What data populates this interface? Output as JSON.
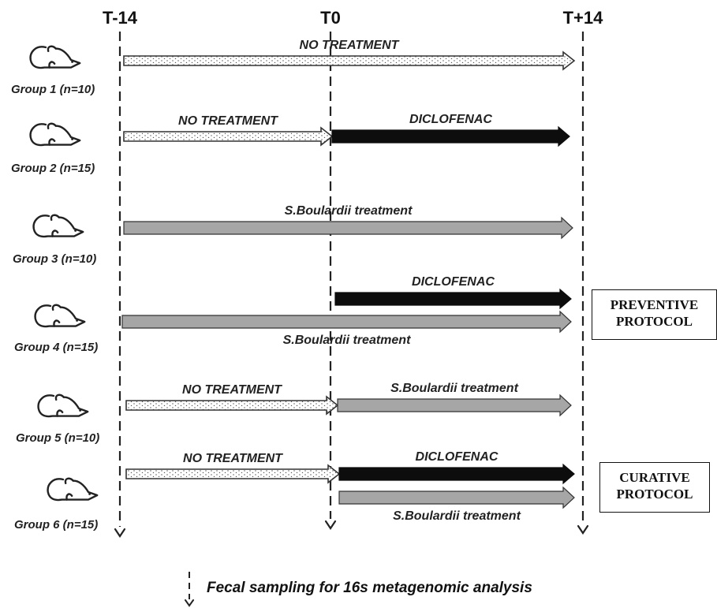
{
  "timepoints": {
    "t_minus": "T-14",
    "t_zero": "T0",
    "t_plus": "T+14"
  },
  "colors": {
    "diclofenac": "#0d0d0d",
    "boulardii": "#a6a6a6",
    "no_treatment": "#ffffff",
    "outline": "#333333"
  },
  "groups": [
    {
      "label": "Group 1 (n=10)",
      "arrows": [
        {
          "kind": "none",
          "label": "NO TREATMENT",
          "from": "T-14",
          "to": "T+14"
        }
      ]
    },
    {
      "label": "Group 2 (n=15)",
      "arrows": [
        {
          "kind": "none",
          "label": "NO TREATMENT",
          "from": "T-14",
          "to": "T0"
        },
        {
          "kind": "diclofenac",
          "label": "DICLOFENAC",
          "from": "T0",
          "to": "T+14"
        }
      ]
    },
    {
      "label": "Group 3 (n=10)",
      "arrows": [
        {
          "kind": "boulardii",
          "label": "S.Boulardii treatment",
          "from": "T-14",
          "to": "T+14"
        }
      ]
    },
    {
      "label": "Group 4 (n=15)",
      "arrows": [
        {
          "kind": "diclofenac",
          "label": "DICLOFENAC",
          "from": "T0",
          "to": "T+14"
        },
        {
          "kind": "boulardii",
          "label": "S.Boulardii treatment",
          "from": "T-14",
          "to": "T+14"
        }
      ]
    },
    {
      "label": "Group 5 (n=10)",
      "arrows": [
        {
          "kind": "none",
          "label": "NO TREATMENT",
          "from": "T-14",
          "to": "T0"
        },
        {
          "kind": "boulardii",
          "label": "S.Boulardii treatment",
          "from": "T0",
          "to": "T+14"
        }
      ]
    },
    {
      "label": "Group 6 (n=15)",
      "arrows": [
        {
          "kind": "none",
          "label": "NO TREATMENT",
          "from": "T-14",
          "to": "T0"
        },
        {
          "kind": "diclofenac",
          "label": "DICLOFENAC",
          "from": "T0",
          "to": "T+14"
        },
        {
          "kind": "boulardii",
          "label": "S.Boulardii treatment",
          "from": "T0",
          "to": "T+14"
        }
      ]
    }
  ],
  "protocols": {
    "preventive": {
      "line1": "PREVENTIVE",
      "line2": "PROTOCOL"
    },
    "curative": {
      "line1": "CURATIVE",
      "line2": "PROTOCOL"
    }
  },
  "legend": {
    "text": "Fecal sampling for 16s metagenomic analysis",
    "icon": "down-arrow-icon"
  },
  "animal_icon": "mouse-icon"
}
